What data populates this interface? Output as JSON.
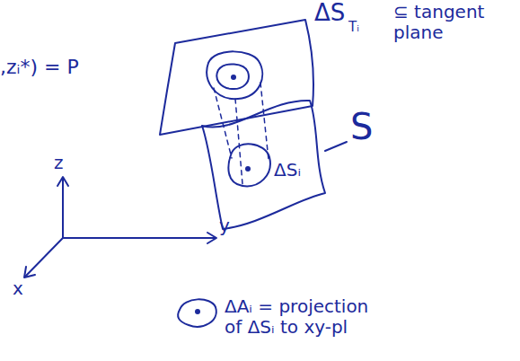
{
  "diagram": {
    "labels": [
      ",zᵢ*) = P",
      "ΔS",
      "Tᵢ",
      "⊆ tangent plane",
      "ΔSᵢ",
      "S",
      "z",
      "y",
      "x",
      "ΔAᵢ = projection of ΔSᵢ to xy-pl"
    ]
  }
}
